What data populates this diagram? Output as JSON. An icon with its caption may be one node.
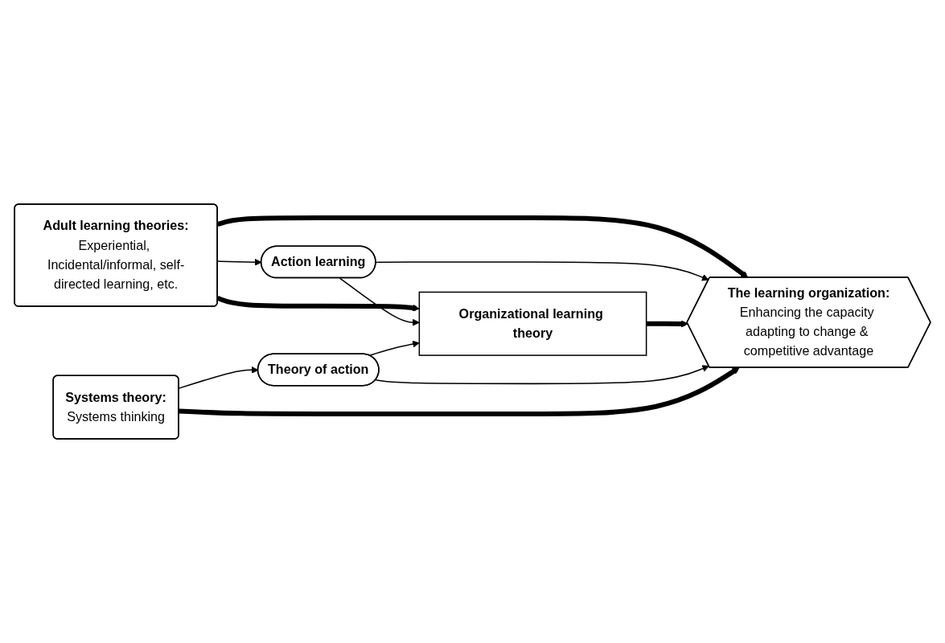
{
  "diagram": {
    "nodes": [
      {
        "text": [
          "Adult learning theories:",
          "Experiential, Incidental/informal, self-directed learning, etc."
        ]
      },
      {
        "text": [
          "Action learning"
        ]
      },
      {
        "text": [
          "Organizational learning theory"
        ]
      },
      {
        "text": [
          "The learning organization:",
          "Enhancing the capacity adapting to change & competitive advantage"
        ]
      },
      {
        "text": [
          "Systems theory:",
          "Systems thinking"
        ]
      },
      {
        "text": [
          "Theory of action"
        ]
      }
    ],
    "edges": [
      {
        "from": 0,
        "to": 1,
        "arrow": "to"
      },
      {
        "from": 0,
        "to": 2,
        "arrow": "to",
        "style": "thick"
      },
      {
        "from": 0,
        "to": 3,
        "arrow": "to",
        "style": "thick"
      },
      {
        "from": 1,
        "to": 3,
        "arrow": "to"
      },
      {
        "from": 1,
        "to": 2,
        "arrow": "to"
      },
      {
        "from": 2,
        "to": 3,
        "arrow": "to",
        "style": "thick"
      },
      {
        "from": 4,
        "to": 5,
        "arrow": "to"
      },
      {
        "from": 5,
        "to": 2,
        "arrow": "to"
      },
      {
        "from": 5,
        "to": 3,
        "arrow": "to"
      },
      {
        "from": 4,
        "to": 3,
        "arrow": "to",
        "style": "thick"
      }
    ]
  }
}
